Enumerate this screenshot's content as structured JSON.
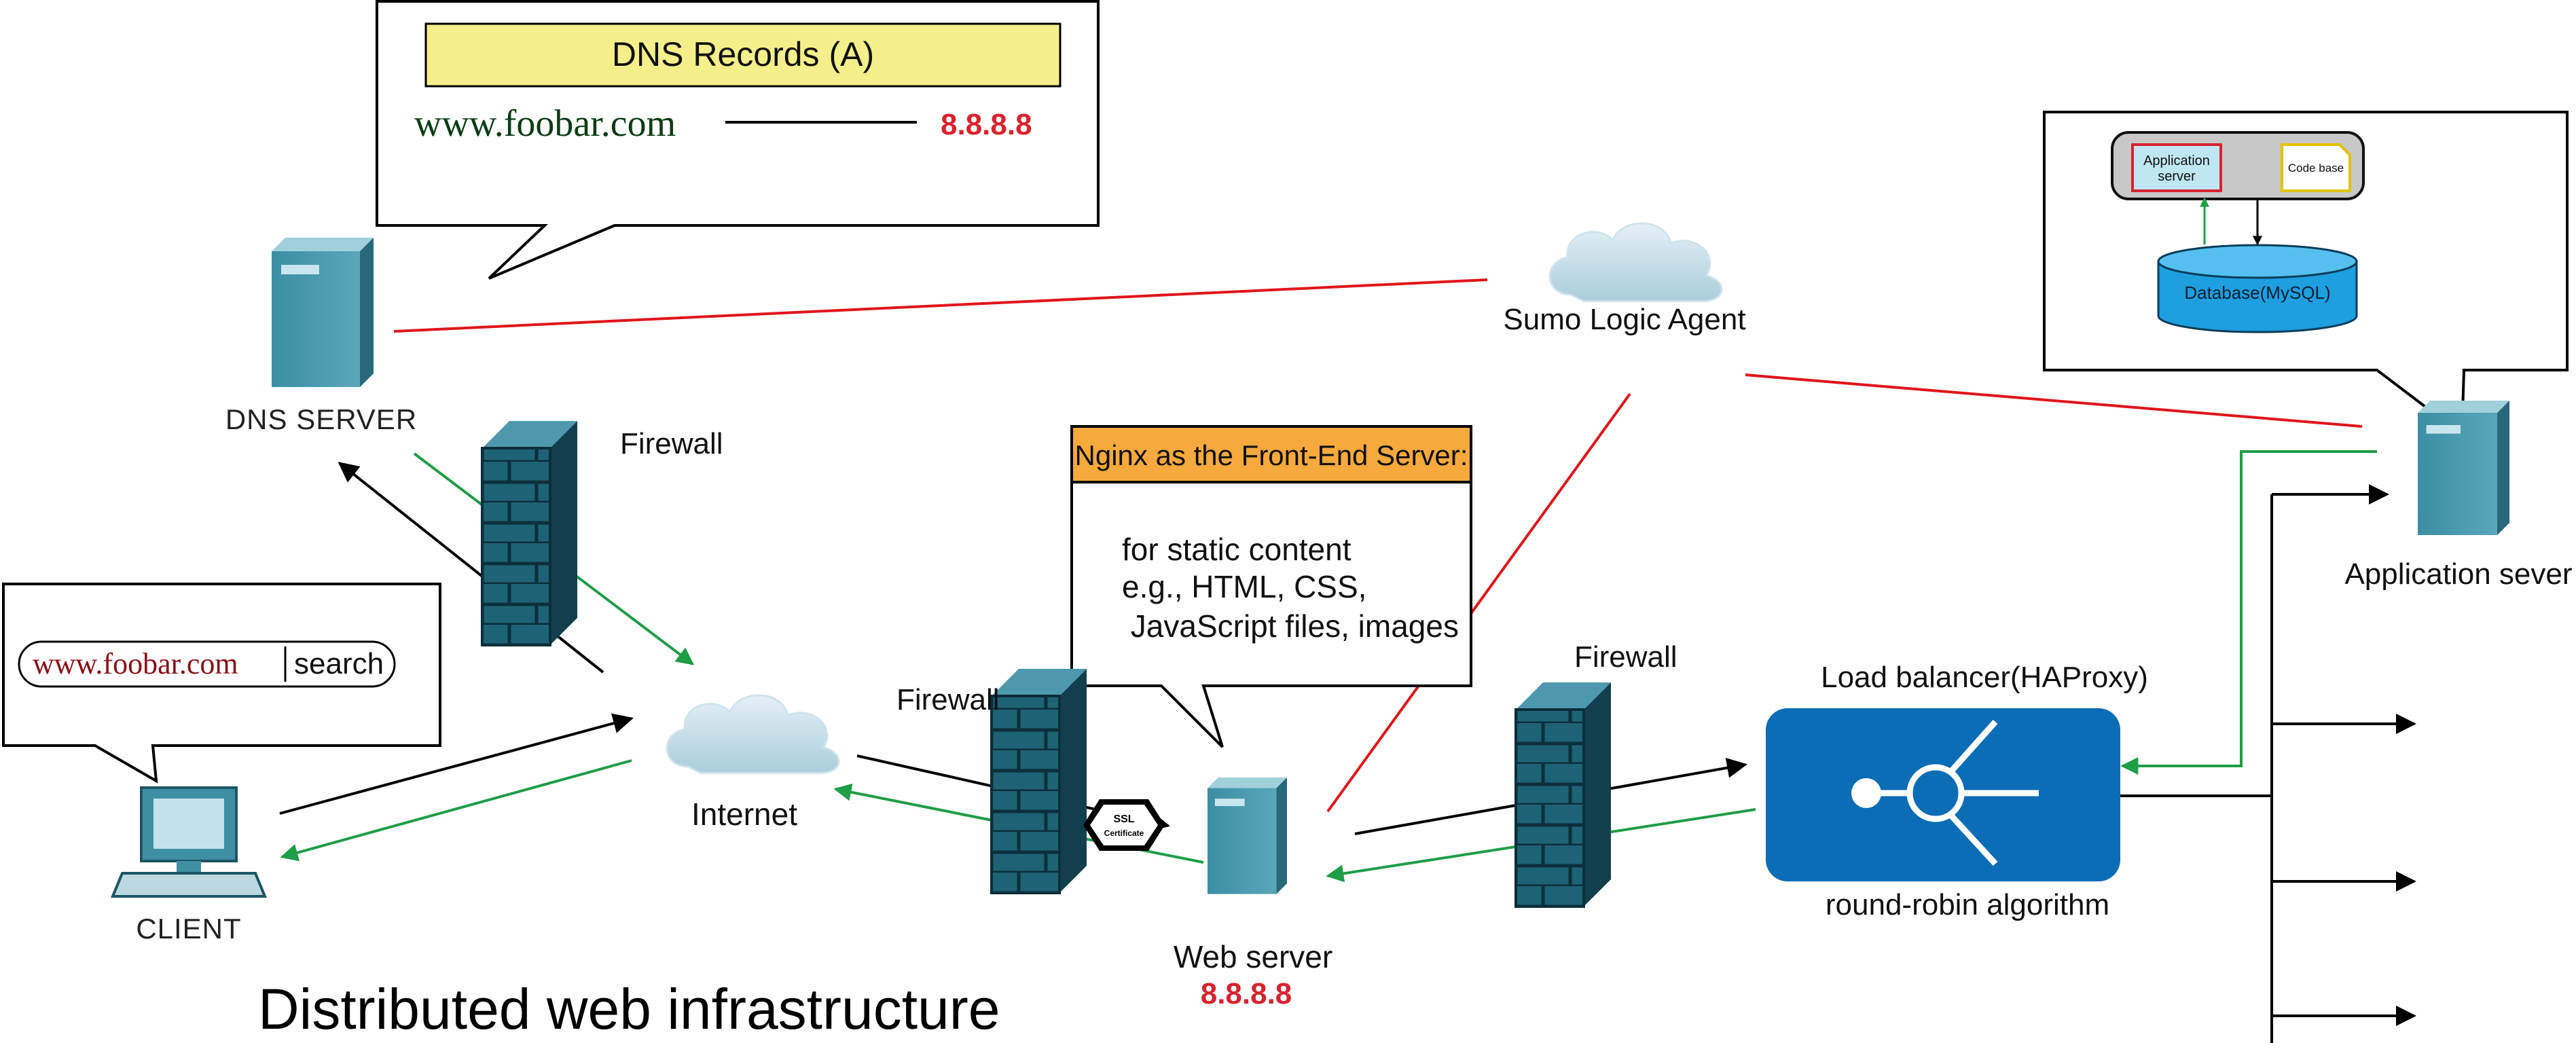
{
  "title": "Distributed web infrastructure",
  "dns_callout": {
    "header": "DNS Records (A)",
    "domain": "www.foobar.com",
    "ip": "8.8.8.8"
  },
  "client_callout": {
    "url": "www.foobar.com",
    "search": "search"
  },
  "nginx_callout": {
    "header": "Nginx as the Front-End Server:",
    "lines": [
      "for static content",
      "e.g., HTML, CSS,",
      " JavaScript files, images"
    ]
  },
  "app_callout": {
    "app_server": [
      "Application",
      "server"
    ],
    "code_base": "Code base",
    "database": "Database(MySQL)"
  },
  "nodes": {
    "dns_server": "DNS SERVER",
    "client": "CLIENT",
    "internet": "Internet",
    "firewall_1": "Firewall",
    "firewall_2": "Firewall",
    "firewall_3": "Firewall",
    "web_server": "Web server",
    "web_server_ip": "8.8.8.8",
    "ssl": [
      "SSL",
      "Certificate"
    ],
    "sumo": "Sumo Logic Agent",
    "load_balancer": "Load balancer(HAProxy)",
    "round_robin": "round-robin algorithm",
    "app_server": "Application sever"
  },
  "colors": {
    "server": "#3f8fa3",
    "firewall": "#1e6275",
    "lb_box": "#0b6db6",
    "callout_header_dns": "#f4ef8a",
    "callout_header_nginx": "#f6a93c",
    "green_line": "#1f9d47",
    "red_line": "#e0161b",
    "ip_red": "#d9232e",
    "domain_green": "#0b3d14",
    "url_red": "#8b0f16"
  }
}
